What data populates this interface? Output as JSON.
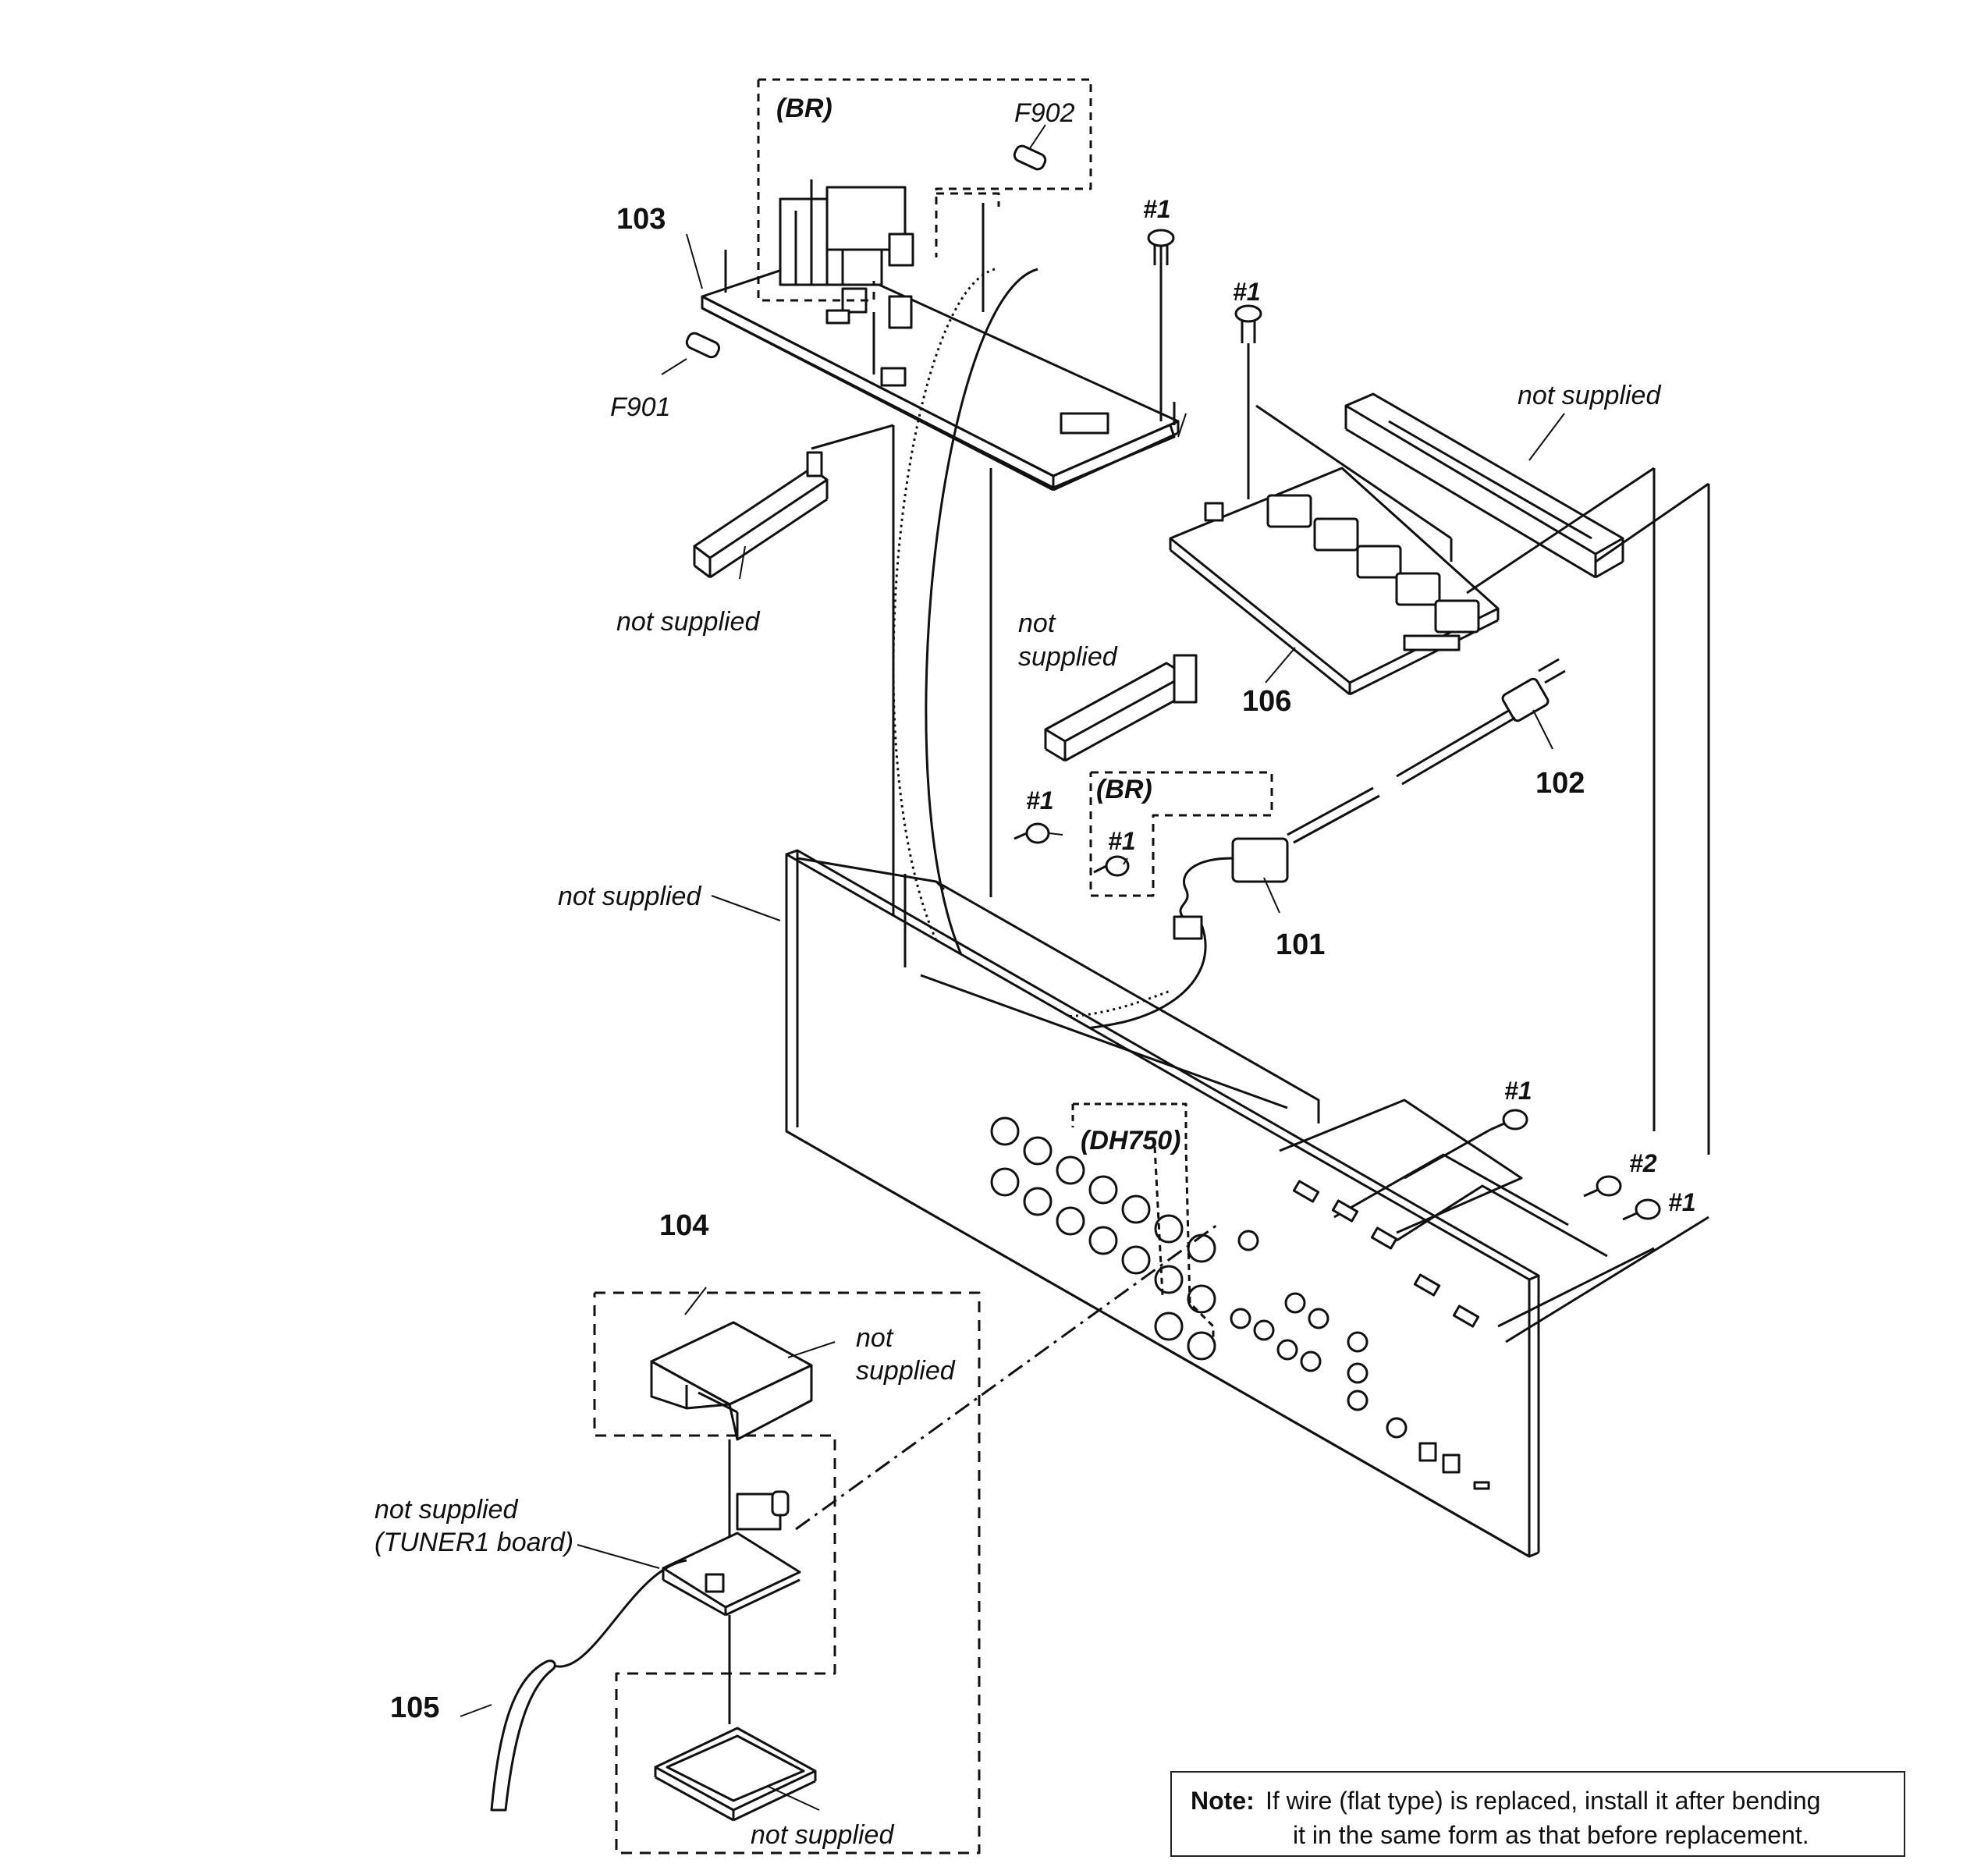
{
  "labels": {
    "br_top": "(BR)",
    "f902": "F902",
    "part_103": "103",
    "screw_1_a": "#1",
    "screw_1_b": "#1",
    "f901": "F901",
    "not_supplied_bracket_top": "not supplied",
    "not_supplied_left_bracket": "not supplied",
    "not_supplied_mid_line1": "not",
    "not_supplied_mid_line2": "supplied",
    "part_106": "106",
    "part_102": "102",
    "br_mid": "(BR)",
    "screw_1_c": "#1",
    "screw_1_d": "#1",
    "not_supplied_chassis": "not supplied",
    "part_101": "101",
    "screw_1_e": "#1",
    "dh750": "(DH750)",
    "screw_2": "#2",
    "screw_1_f": "#1",
    "part_104": "104",
    "not_supplied_cover_line1": "not",
    "not_supplied_cover_line2": "supplied",
    "not_supplied_tuner_line1": "not supplied",
    "not_supplied_tuner_line2": "(TUNER1 board)",
    "part_105": "105",
    "not_supplied_bottom": "not supplied"
  },
  "note": {
    "title": "Note:",
    "line1": "If wire (flat type) is replaced, install it after bending",
    "line2": "it in the same form as that before replacement."
  }
}
